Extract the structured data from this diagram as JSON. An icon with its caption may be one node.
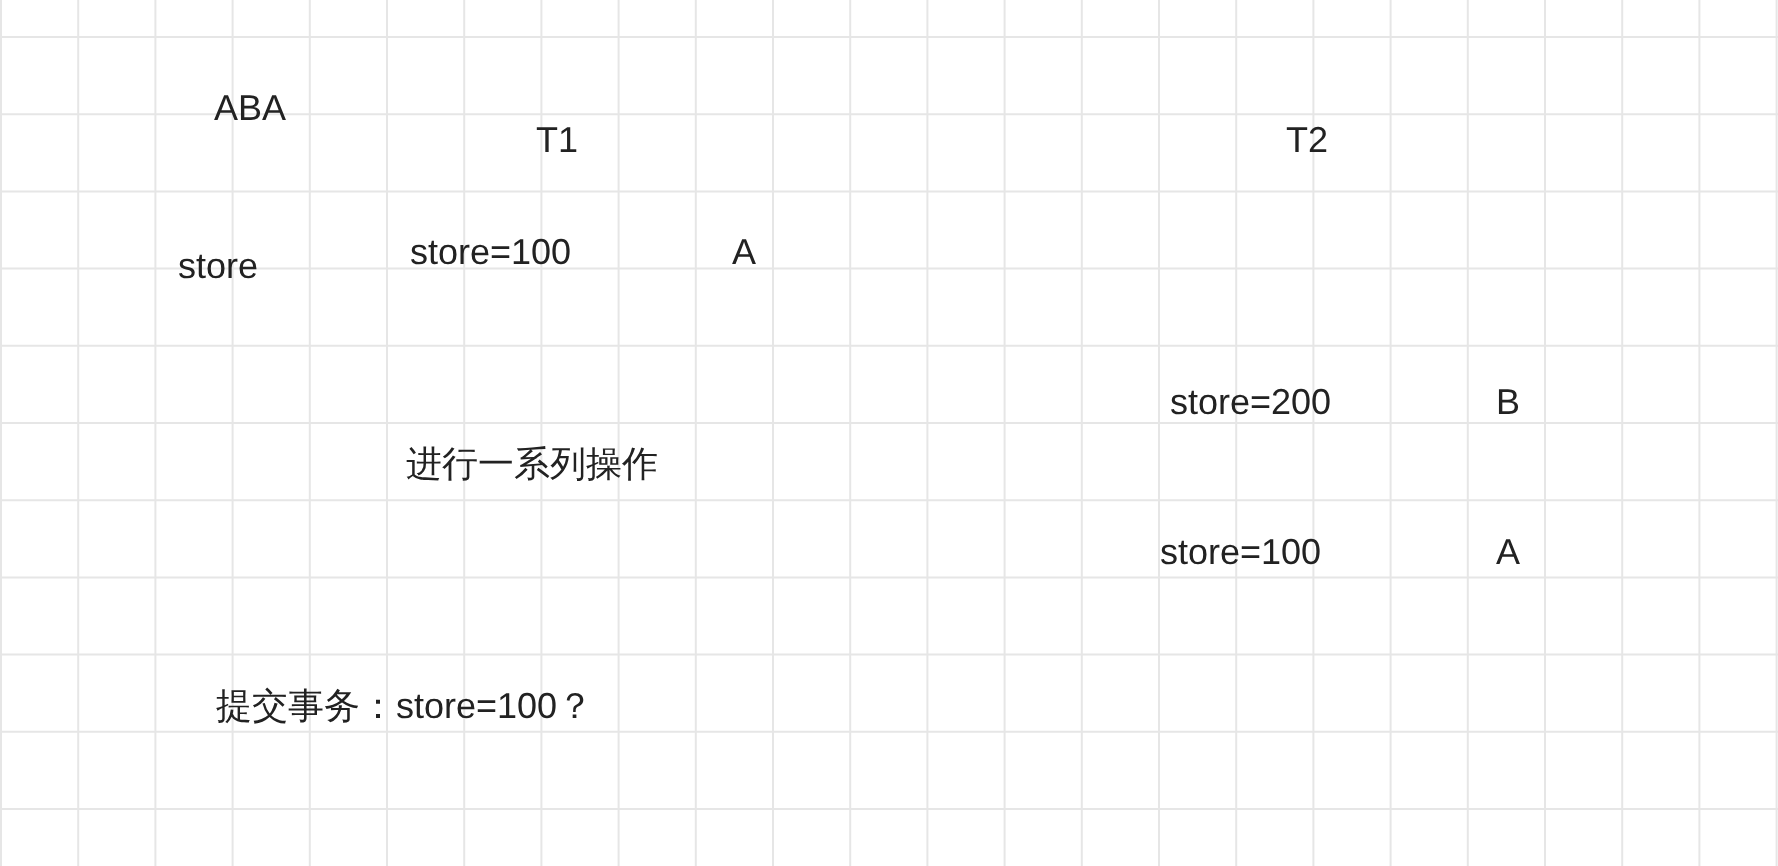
{
  "diagram": {
    "labels": [
      "ABA",
      "T1",
      "T2",
      "store",
      "store=100",
      "A",
      "store=200",
      "B",
      "进行一系列操作",
      "store=100",
      "A",
      "提交事务：store=100？"
    ]
  }
}
